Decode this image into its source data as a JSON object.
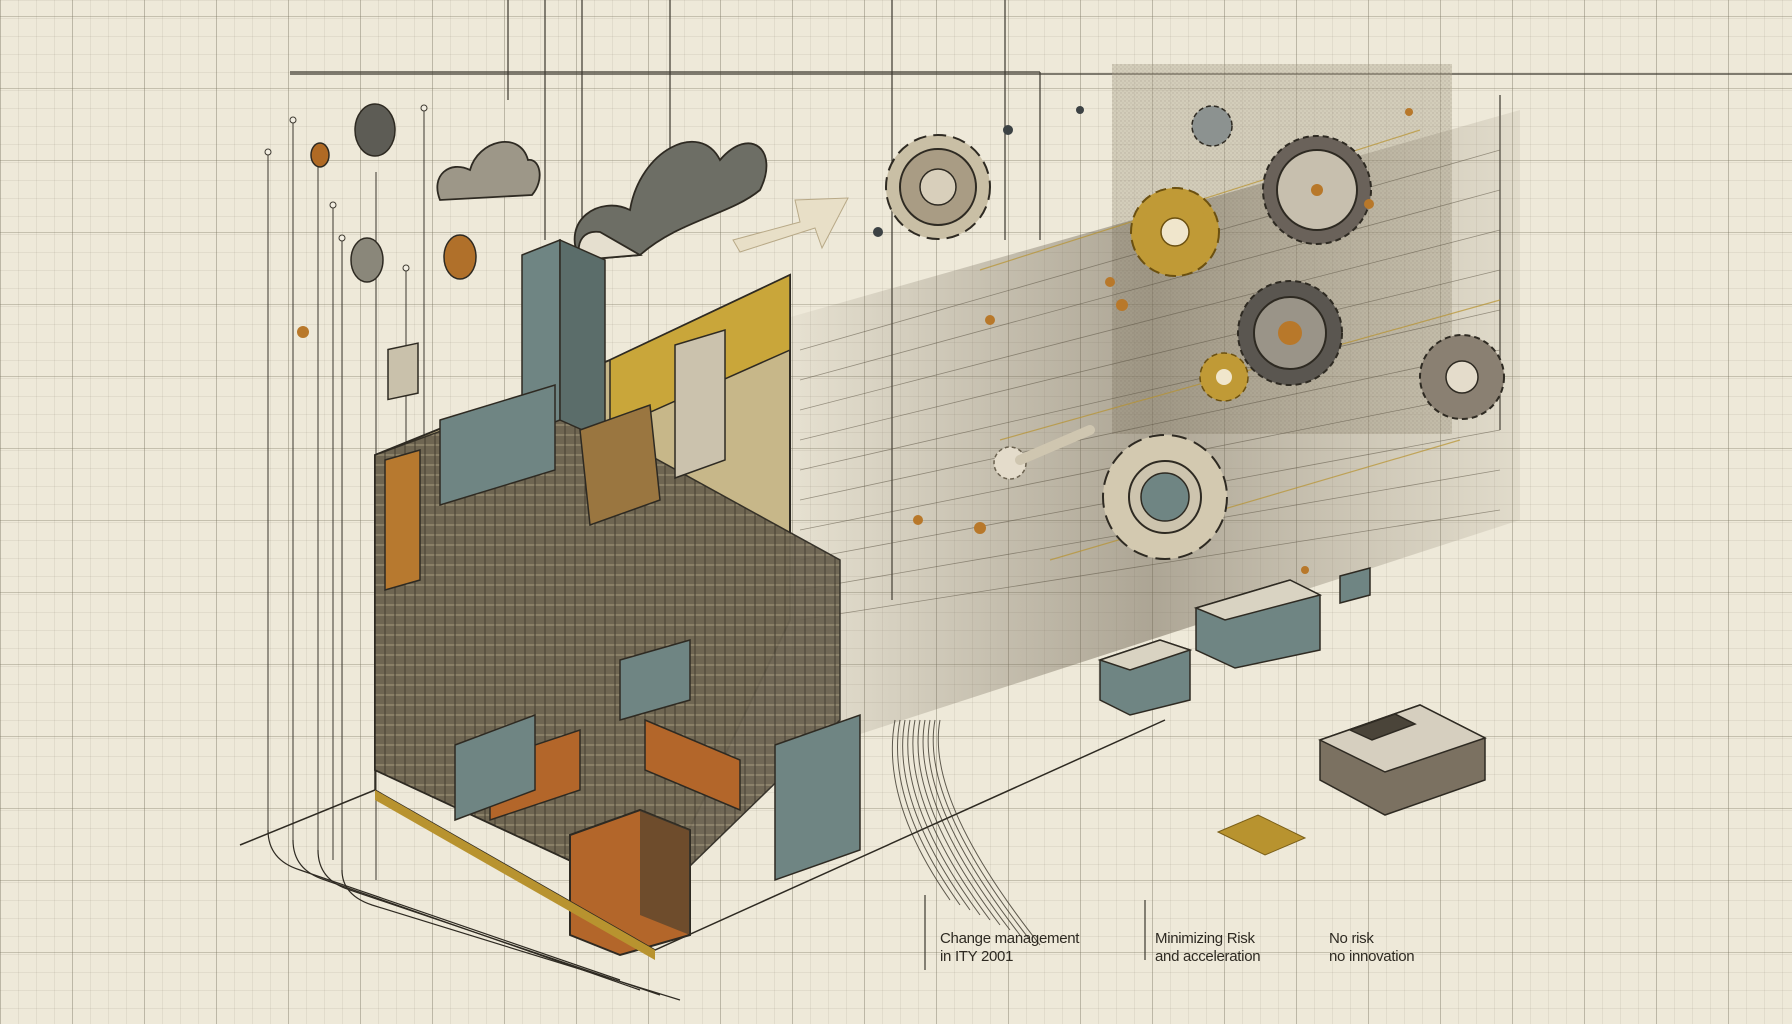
{
  "illustration": {
    "theme": "IT change management — machinery, servers, clouds and gears",
    "palette": {
      "background": "#eee9d9",
      "grid": "#8a8470",
      "slate": "#6f8583",
      "gold": "#b8932f",
      "copper": "#b3662a",
      "ink": "#2e2a22",
      "sand": "#a99c84"
    }
  },
  "captions": [
    {
      "line1": "Change management",
      "line2": "in ITY 2001"
    },
    {
      "line1": "Minimizing Risk",
      "line2": "and acceleration"
    },
    {
      "line1": "No risk",
      "line2": "no innovation"
    }
  ]
}
